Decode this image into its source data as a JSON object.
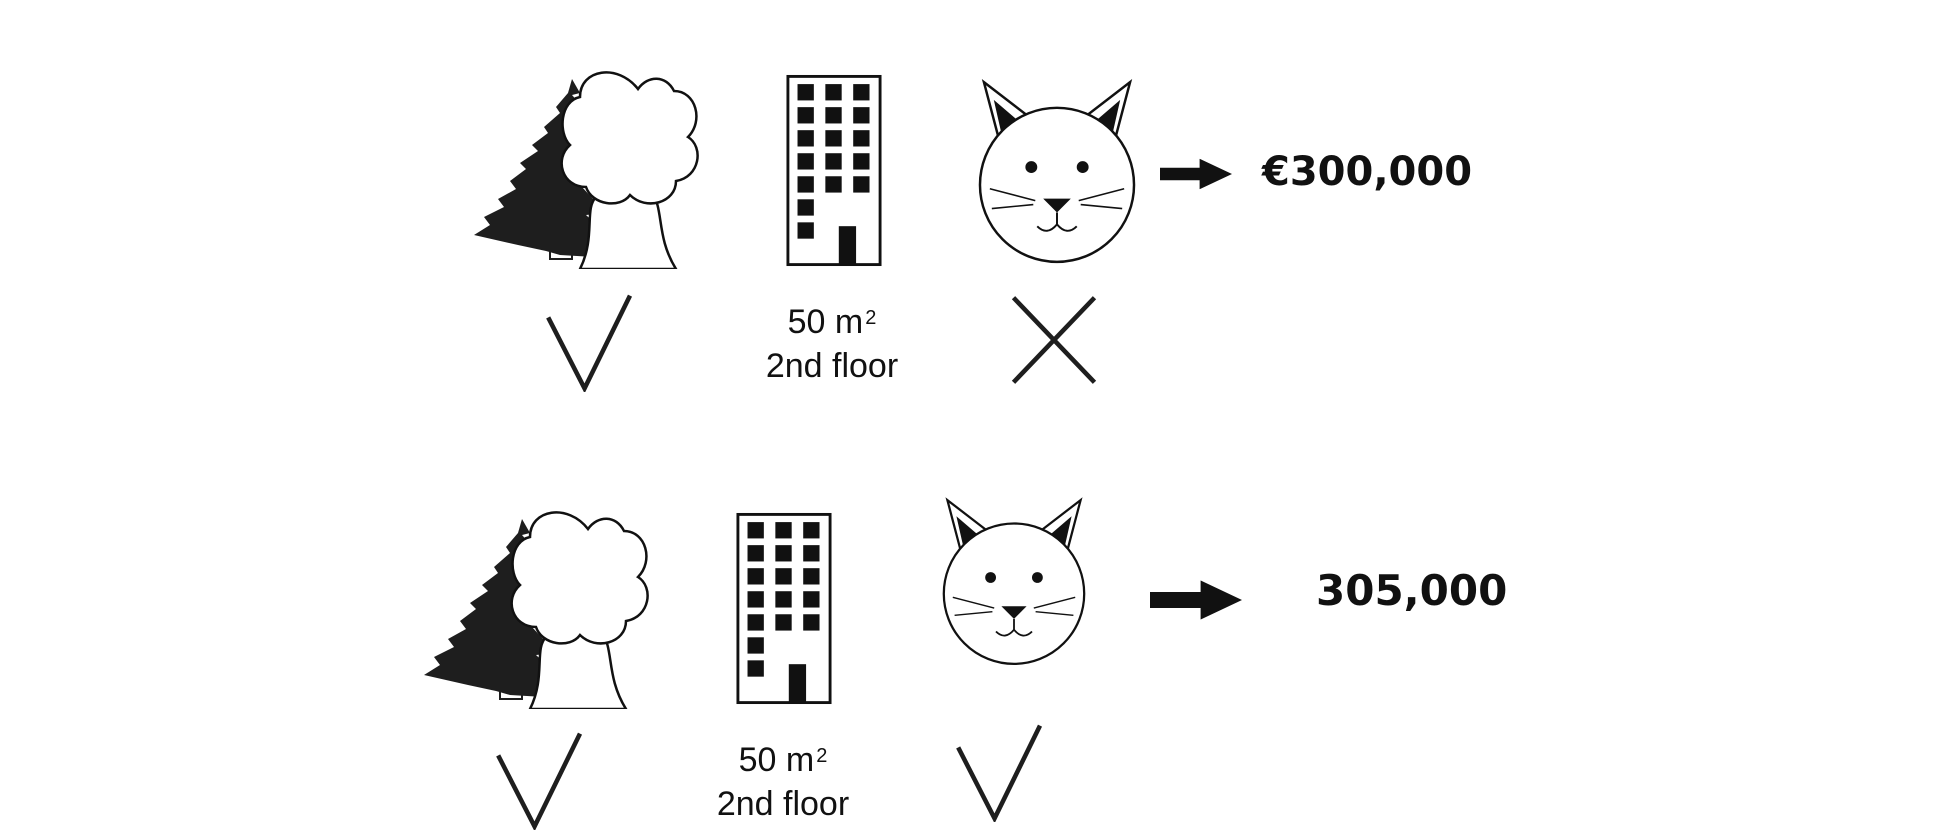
{
  "rows": [
    {
      "size_value": "50 m",
      "size_exponent": "2",
      "floor": "2nd floor",
      "green_space": "check",
      "pets_allowed": "cross",
      "price": "€300,000"
    },
    {
      "size_value": "50 m",
      "size_exponent": "2",
      "floor": "2nd floor",
      "green_space": "check",
      "pets_allowed": "check",
      "price": "305,000"
    }
  ],
  "icons": {
    "trees": "trees-icon",
    "building": "building-icon",
    "cat": "cat-icon",
    "arrow": "arrow-right-icon",
    "check": "checkmark-icon",
    "cross": "cross-icon"
  },
  "colors": {
    "ink": "#111111",
    "foliage": "#1e1e1e",
    "background": "#ffffff"
  }
}
